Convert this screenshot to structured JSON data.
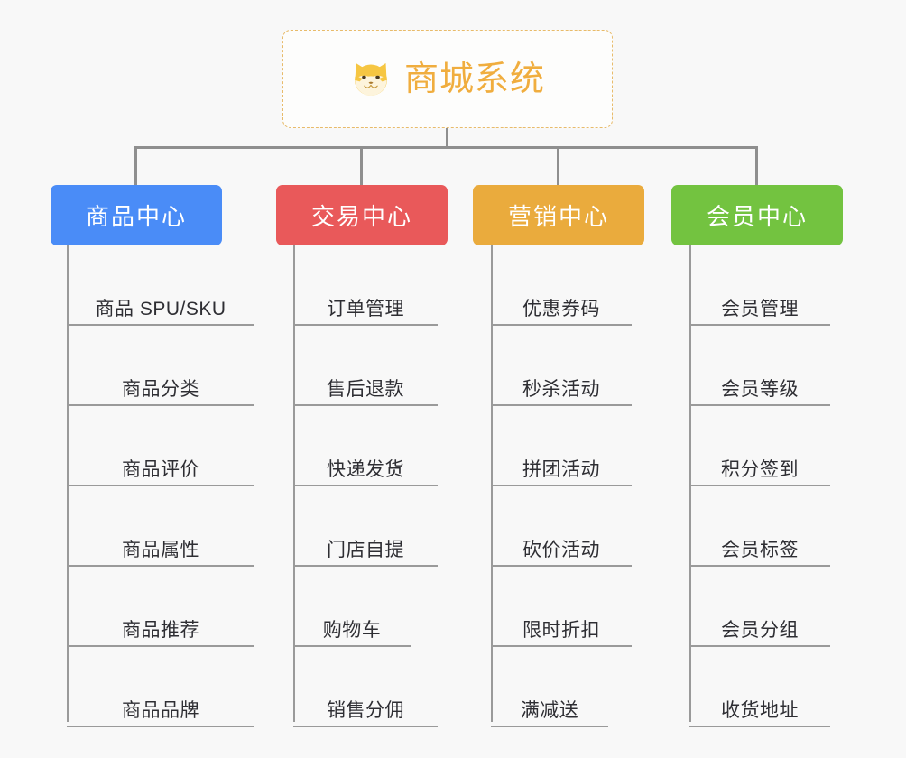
{
  "diagram": {
    "background_color": "#f8f8f8",
    "connector_color": "#8f8f8f",
    "root": {
      "title": "商城系统",
      "icon": "shiba-dog-icon",
      "border_color": "#e8bb6a",
      "text_color": "#f0ad3e",
      "background_color": "#fdfdfc"
    },
    "branches": [
      {
        "label": "商品中心",
        "color": "#4a8cf7",
        "items": [
          "商品 SPU/SKU",
          "商品分类",
          "商品评价",
          "商品属性",
          "商品推荐",
          "商品品牌"
        ]
      },
      {
        "label": "交易中心",
        "color": "#e9595a",
        "items": [
          "订单管理",
          "售后退款",
          "快递发货",
          "门店自提",
          "购物车",
          "销售分佣"
        ]
      },
      {
        "label": "营销中心",
        "color": "#eaab3d",
        "items": [
          "优惠券码",
          "秒杀活动",
          "拼团活动",
          "砍价活动",
          "限时折扣",
          "满减送"
        ]
      },
      {
        "label": "会员中心",
        "color": "#73c340",
        "items": [
          "会员管理",
          "会员等级",
          "积分签到",
          "会员标签",
          "会员分组",
          "收货地址"
        ]
      }
    ]
  }
}
